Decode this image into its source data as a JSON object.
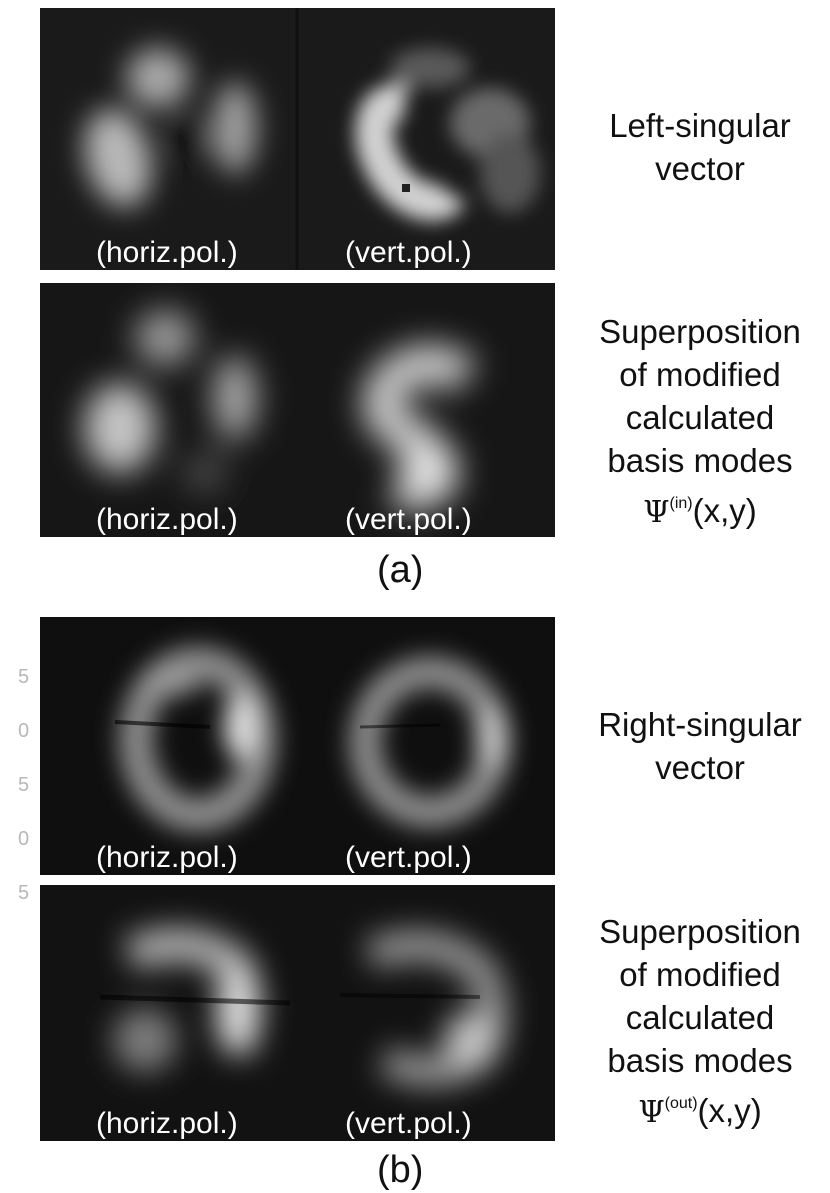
{
  "figure": {
    "panels": [
      {
        "id": "a-left-singular",
        "horiz_label": "(horiz.pol.)",
        "vert_label": "(vert.pol.)",
        "caption": [
          "Left-singular",
          "vector"
        ]
      },
      {
        "id": "a-superposition",
        "horiz_label": "(horiz.pol.)",
        "vert_label": "(vert.pol.)",
        "caption": [
          "Superposition",
          "of modified",
          "calculated",
          "basis modes"
        ],
        "formula": {
          "symbol": "Ψ",
          "sup": "(in)",
          "args": "(x,y)"
        }
      },
      {
        "id": "b-right-singular",
        "horiz_label": "(horiz.pol.)",
        "vert_label": "(vert.pol.)",
        "caption": [
          "Right-singular",
          "vector"
        ]
      },
      {
        "id": "b-superposition",
        "horiz_label": "(horiz.pol.)",
        "vert_label": "(vert.pol.)",
        "caption": [
          "Superposition",
          "of modified",
          "calculated",
          "basis modes"
        ],
        "formula": {
          "symbol": "Ψ",
          "sup": "(out)",
          "args": "(x,y)"
        }
      }
    ],
    "subfigure_labels": {
      "a": "(a)",
      "b": "(b)"
    },
    "edge_marks": [
      "5",
      "0",
      "5",
      "0",
      "5"
    ]
  }
}
